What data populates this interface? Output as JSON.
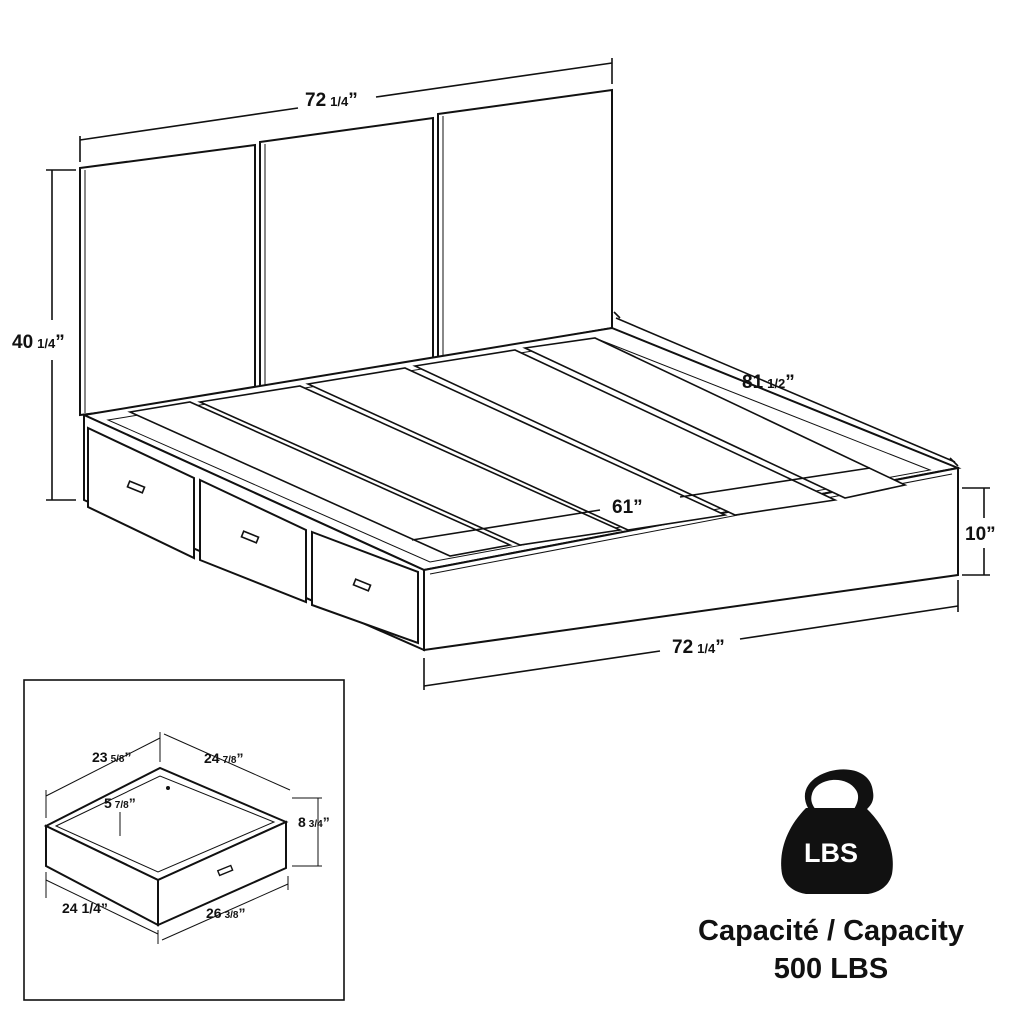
{
  "bed": {
    "headboard_width": {
      "whole": "72",
      "frac": "1/4",
      "unit": "”"
    },
    "headboard_height": {
      "whole": "40",
      "frac": "1/4",
      "unit": "”"
    },
    "length": {
      "whole": "81",
      "frac": "1/2",
      "unit": "”"
    },
    "inner_width": {
      "whole": "61",
      "unit": "”"
    },
    "base_height": {
      "whole": "10",
      "unit": "”"
    },
    "footboard_width": {
      "whole": "72",
      "frac": "1/4",
      "unit": "”"
    }
  },
  "drawer": {
    "inner_length": {
      "whole": "23",
      "frac": "5/8",
      "unit": "”"
    },
    "depth_top": {
      "whole": "24",
      "frac": "7/8",
      "unit": "”"
    },
    "inner_height": {
      "whole": "5",
      "frac": "7/8",
      "unit": "”"
    },
    "outer_height": {
      "whole": "8",
      "frac": "3/4",
      "unit": "”"
    },
    "front_width": {
      "text": "24 1/4”"
    },
    "side_depth": {
      "whole": "26",
      "frac": "3/8",
      "unit": "”"
    }
  },
  "capacity": {
    "icon_label": "LBS",
    "title": "Capacité / Capacity",
    "value": "500 LBS"
  }
}
